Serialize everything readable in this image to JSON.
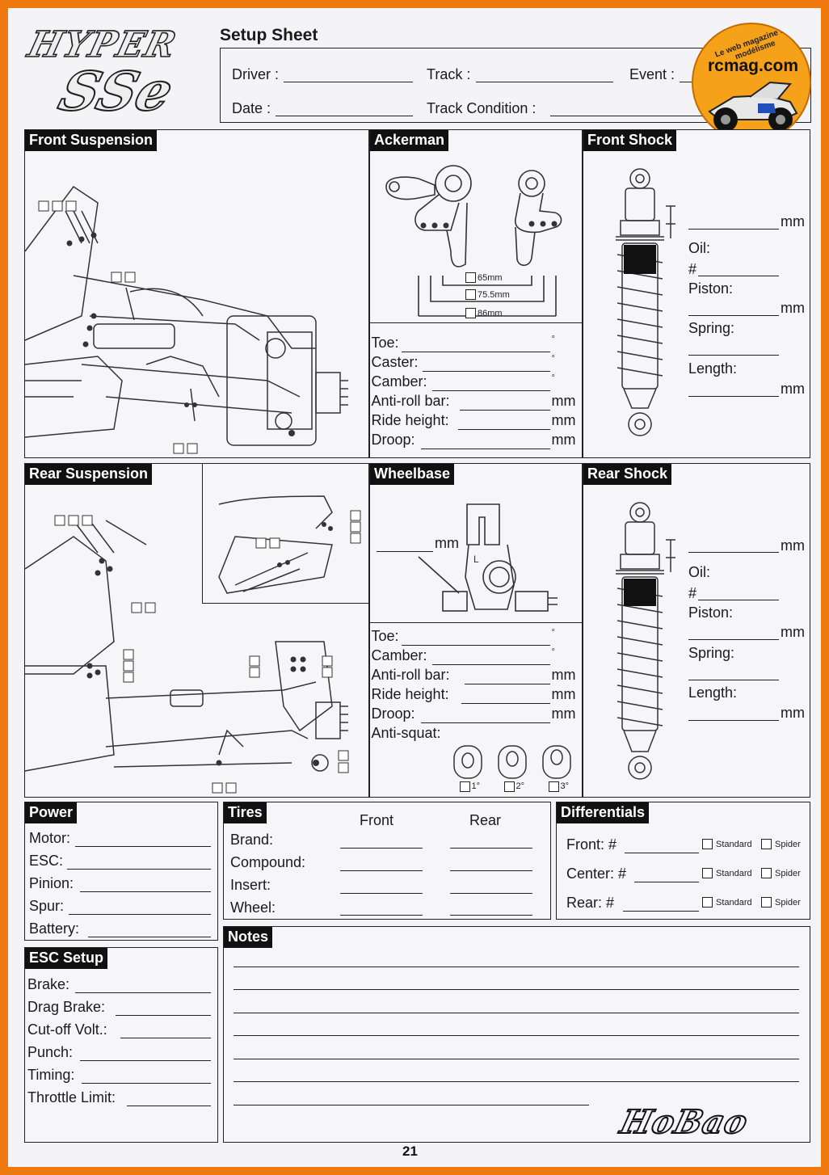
{
  "logo": {
    "model_name": "HYPER",
    "model_suffix": "SSe",
    "brand": "HoBao"
  },
  "watermark": {
    "site": "rcmag.com",
    "tagline": "Le web magazine du modélisme"
  },
  "header": {
    "title": "Setup Sheet",
    "driver_label": "Driver :",
    "track_label": "Track :",
    "event_label": "Event :",
    "date_label": "Date :",
    "track_condition_label": "Track Condition :"
  },
  "front_suspension": {
    "title": "Front Suspension"
  },
  "ackerman": {
    "title": "Ackerman",
    "options": [
      "65mm",
      "75.5mm",
      "86mm"
    ],
    "fields": [
      {
        "label": "Toe:",
        "unit": "°"
      },
      {
        "label": "Caster:",
        "unit": "°"
      },
      {
        "label": "Camber:",
        "unit": "°"
      },
      {
        "label": "Anti-roll bar:",
        "unit": "mm"
      },
      {
        "label": "Ride height:",
        "unit": "mm"
      },
      {
        "label": "Droop:",
        "unit": "mm"
      }
    ]
  },
  "front_shock": {
    "title": "Front Shock",
    "top_unit": "mm",
    "oil_label": "Oil:",
    "hash": "#",
    "piston_label": "Piston:",
    "piston_unit": "mm",
    "spring_label": "Spring:",
    "length_label": "Length:",
    "length_unit": "mm"
  },
  "rear_suspension": {
    "title": "Rear Suspension"
  },
  "wheelbase": {
    "title": "Wheelbase",
    "unit": "mm",
    "hub_letter": "L",
    "fields": [
      {
        "label": "Toe:",
        "unit": "°"
      },
      {
        "label": "Camber:",
        "unit": "°"
      },
      {
        "label": "Anti-roll bar:",
        "unit": "mm"
      },
      {
        "label": "Ride height:",
        "unit": "mm"
      },
      {
        "label": "Droop:",
        "unit": "mm"
      }
    ],
    "anti_squat_label": "Anti-squat:",
    "anti_squat_options": [
      "1°",
      "2°",
      "3°"
    ]
  },
  "rear_shock": {
    "title": "Rear Shock",
    "top_unit": "mm",
    "oil_label": "Oil:",
    "hash": "#",
    "piston_label": "Piston:",
    "piston_unit": "mm",
    "spring_label": "Spring:",
    "length_label": "Length:",
    "length_unit": "mm"
  },
  "power": {
    "title": "Power",
    "fields": [
      "Motor:",
      "ESC:",
      "Pinion:",
      "Spur:",
      "Battery:"
    ]
  },
  "tires": {
    "title": "Tires",
    "col_front": "Front",
    "col_rear": "Rear",
    "rows": [
      "Brand:",
      "Compound:",
      "Insert:",
      "Wheel:"
    ]
  },
  "differentials": {
    "title": "Differentials",
    "rows": [
      "Front: #",
      "Center: #",
      "Rear: #"
    ],
    "opt_standard": "Standard",
    "opt_spider": "Spider"
  },
  "esc_setup": {
    "title": "ESC Setup",
    "fields": [
      "Brake:",
      "Drag Brake:",
      "Cut-off Volt.:",
      "Punch:",
      "Timing:",
      "Throttle Limit:"
    ]
  },
  "notes": {
    "title": "Notes"
  },
  "page_number": "21"
}
